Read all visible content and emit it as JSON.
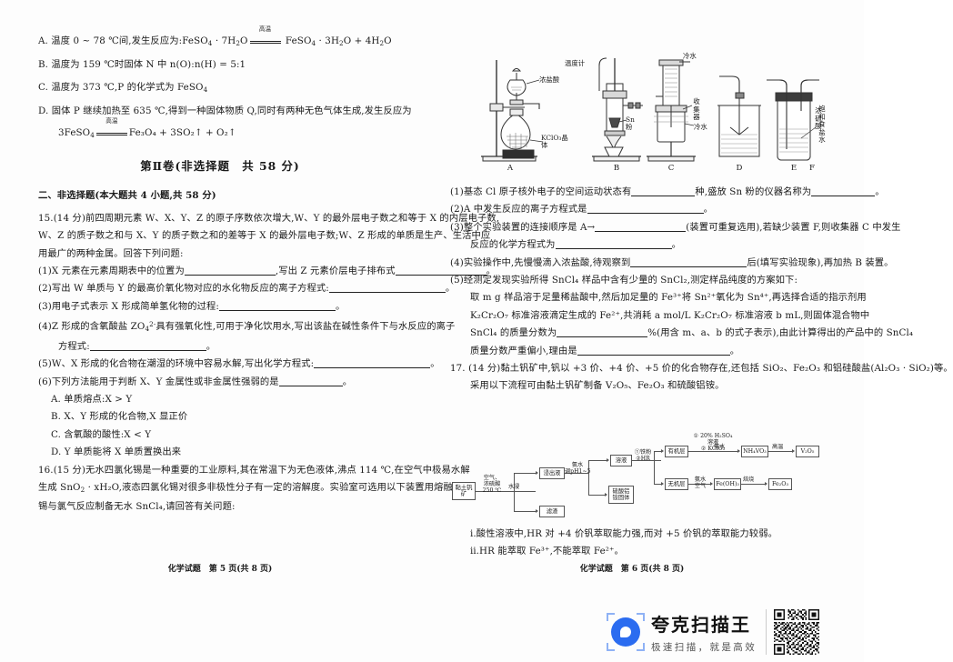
{
  "document": {
    "subject": "化学试题",
    "footer_left": "化学试题　第 5 页(共 8 页)",
    "footer_right": "化学试题　第 6 页(共 8 页)"
  },
  "left_column": {
    "options": [
      "A. 温度 0 ~ 78 ℃间,发生反应为:FeSO₄ · 7H₂O —高温→ FeSO₄ · 3H₂O + 4H₂O",
      "B. 温度为 159 ℃时固体 N 中 n(O):n(H) = 5:1",
      "C. 温度为 373 ℃,P 的化学式为 FeSO₄",
      "D. 固体 P 继续加热至 635 ℃,得到一种固体物质 Q,同时有两种无色气体生成,发生反应为"
    ],
    "option_a": {
      "prefix": "A. 温度 0 ~ 78 ℃间,发生反应为:FeSO",
      "s1": "4",
      "mid": " · 7H",
      "s2": "2",
      "mid2": "O",
      "cond": "高温",
      "after": " FeSO",
      "s3": "4",
      "mid3": " · 3H",
      "s4": "2",
      "mid4": "O + 4H",
      "s5": "2",
      "end": "O"
    },
    "option_b": "B. 温度为 159 ℃时固体 N 中 n(O):n(H) = 5:1",
    "option_c": "C. 温度为 373 ℃,P 的化学式为 FeSO",
    "option_d": "D. 固体 P 继续加热至 635 ℃,得到一种固体物质 Q,同时有两种无色气体生成,发生反应为",
    "option_d_equation": {
      "left": "3FeSO",
      "cond": "高温",
      "right": "Fe₃O₄ + 3SO₂↑ + O₂↑"
    },
    "volume_title": "第Ⅱ卷(非选择题　共 58 分)",
    "section_title": "二、非选择题(本大题共 4 小题,共 58 分)",
    "q15": {
      "number": "15.",
      "score": "(14 分)",
      "stem_line1": "前四周期元素 W、X、Y、Z 的原子序数依次增大,W、Y 的最外层电子数之和等于 X 的内层电子数,",
      "stem_line2": "W、Z 的质子数之和与 X、Y 的质子数之和的差等于 X 的最外层电子数;W、Z 形成的单质是生产、生活中应",
      "stem_line3": "用最广的两种金属。回答下列问题:",
      "sub1a": "(1)X 元素在元素周期表中的位置为",
      "sub1b": ",写出 Z 元素价层电子排布式",
      "sub1c": "。",
      "sub2a": "(2)写出 W 单质与 Y 的最高价氧化物对应的水化物反应的离子方程式:",
      "sub2b": "。",
      "sub3a": "(3)用电子式表示 X 形成简单氢化物的过程:",
      "sub3b": "。",
      "sub4a": "(4)Z 形成的含氧酸盐 ZO",
      "sub4_sub": "4",
      "sub4_sup": "2-",
      "sub4b": "具有强氧化性,可用于净化饮用水,写出该盐在碱性条件下与水反应的离子",
      "sub4c": "方程式:",
      "sub4d": "。",
      "sub5a": "(5)W、X 形成的化合物在潮湿的环境中容易水解,写出化学方程式:",
      "sub5b": "。",
      "sub6a": "(6)下列方法能用于判断 X、Y 金属性或非金属性强弱的是",
      "sub6b": "。",
      "choices": [
        "A. 单质熔点:X > Y",
        "B. X、Y 形成的化合物,X 显正价",
        "C. 含氧酸的酸性:X < Y",
        "D. Y 单质能将 X 单质置换出来"
      ]
    },
    "q16": {
      "number": "16.",
      "score": "(15 分)",
      "line1": "无水四氯化锡是一种重要的工业原料,其在常温下为无色液体,沸点 114 ℃,在空气中极易水解",
      "line2a": "生成 SnO",
      "line2_sub": "2",
      "line2b": " · xH₂O,液态四氯化锡对很多非极性分子有一定的溶解度。实验室可选用以下装置用熔融的",
      "line3": "锡与氯气反应制备无水 SnCl₄,请回答有关问题:"
    }
  },
  "apparatus": {
    "labels": [
      "A",
      "B",
      "C",
      "D",
      "E",
      "F"
    ],
    "annotations": {
      "a_funnel": "浓盐酸",
      "a_flask": "KClO₃晶体",
      "b_thermometer": "温度计",
      "b_powder": "Sn 粉",
      "c_coldwater_top": "冷水",
      "c_collector": "收集器",
      "c_coldwater_bottom": "冷水",
      "e_liquid": "饱和食盐水",
      "f_liquid": "浓硫酸"
    }
  },
  "right_column": {
    "q16_subs": {
      "p1a": "(1)基态 Cl 原子核外电子的空间运动状态有",
      "p1b": "种,盛放 Sn 粉的仪器名称为",
      "p1c": "。",
      "p2a": "(2)A 中发生反应的离子方程式是",
      "p2b": "。",
      "p3a": "(3)整个实验装置的连接顺序是 A→",
      "p3b": "(装置可重复选用),若缺少装置 F,则收集器 C 中发生",
      "p3c": "反应的化学方程式为",
      "p3d": "。",
      "p4a": "(4)实验操作中,先慢慢滴入浓盐酸,待观察到",
      "p4b": "后(填写实验现象),再加热 B 装置。",
      "p5a": "(5)经测定发现实验所得 SnCl₄ 样品中含有少量的 SnCl₂,测定样品纯度的方案如下:",
      "p5b": "取 m g 样品溶于足量稀盐酸中,然后加足量的 Fe³⁺将 Sn²⁺氧化为 Sn⁴⁺,再选择合适的指示剂用",
      "p5c": "K₂Cr₂O₇ 标准溶液滴定生成的 Fe²⁺,共消耗 a mol/L K₂Cr₂O₇ 标准溶液 b mL,则固体混合物中",
      "p5d": "SnCl₄ 的质量分数为",
      "p5e": "%(用含 m、a、b 的式子表示),由此计算得出的产品中的 SnCl₄",
      "p5f": "质量分数严重偏小,理由是",
      "p5g": "。"
    },
    "q17": {
      "number": "17.",
      "score": "(14 分)",
      "line1": "黏土钒矿中,钒以 +3 价、+4 价、+5 价的化合物存在,还包括 SiO₂、Fe₂O₃ 和铝硅酸盐(Al₂O₃ · SiO₂)等。",
      "line2": "采用以下流程可由黏土钒矿制备 V₂O₅、Fe₂O₃ 和硫酸铝铵。",
      "note1": "ⅰ.酸性溶液中,HR 对 +4 价钒萃取能力强,而对 +5 价钒的萃取能力较弱。",
      "note2": "ⅱ.HR 能萃取 Fe³⁺,不能萃取 Fe²⁺。"
    }
  },
  "flowchart": {
    "type": "process-flow",
    "nodes": [
      {
        "id": "ore",
        "label": "黏土钒矿"
      },
      {
        "id": "leach",
        "label": "浸出液"
      },
      {
        "id": "residue",
        "label": "滤渣"
      },
      {
        "id": "solution",
        "label": "溶液"
      },
      {
        "id": "alum",
        "label": "硫酸铝铵固体"
      },
      {
        "id": "organic",
        "label": "有机层"
      },
      {
        "id": "inorganic",
        "label": "无机层"
      },
      {
        "id": "nh4vo3",
        "label": "NH₄VO₃"
      },
      {
        "id": "v2o5",
        "label": "V₂O₅"
      },
      {
        "id": "feoh3",
        "label": "Fe(OH)₃"
      },
      {
        "id": "fe2o3",
        "label": "Fe₂O₃"
      }
    ],
    "edge_labels": [
      "空气、浓硫酸 250 ℃",
      "水浸",
      "氨水 调pH1~5",
      "①铁粉 ②HR",
      "① 20% H₂SO₄溶液 ② KClO₃",
      "氨水",
      "高温",
      "氨水 空气",
      "焙烧"
    ],
    "edges": {
      "e1_top": "空气、",
      "e1_bot": "浓硫酸",
      "e1_temp": "250 ℃",
      "e2": "水浸",
      "e3_top": "氨水",
      "e3_bot": "调pH1~5",
      "e4_top": "①铁粉",
      "e4_bot": "②HR",
      "e5_l1": "20% H₂SO₄",
      "e5_l2": "溶液",
      "e5_l3": "② KClO₃",
      "e5_n1": "①",
      "e6": "氨水",
      "e7": "高温",
      "e8_top": "氨水",
      "e8_bot": "空气",
      "e9": "焙烧"
    }
  },
  "watermark": {
    "title": "夸克扫描王",
    "tagline": "极速扫描，就是高效",
    "logo_color": "#2b6cf0"
  }
}
